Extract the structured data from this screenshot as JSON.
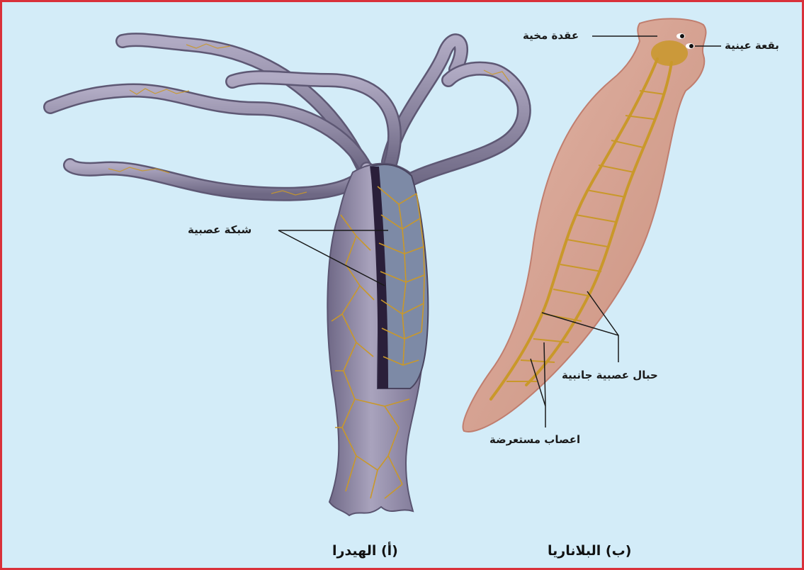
{
  "labels": {
    "nerve_net": "شبكة عصبية",
    "cerebral_ganglion": "عقدة مخية",
    "eyespot": "بقعة عينية",
    "lateral_nerve_cords": "حبال عصبية جانبية",
    "transverse_nerves": "اعصاب مستعرضة"
  },
  "captions": {
    "hydra": "(أ) الهيدرا",
    "planaria": "(ب) البلاناريا"
  },
  "colors": {
    "background": "#d3ecf8",
    "frame": "#d9313a",
    "hydra_body": "#8f88a6",
    "nerve": "#c9982a",
    "planaria_body": "#d9a08c"
  }
}
